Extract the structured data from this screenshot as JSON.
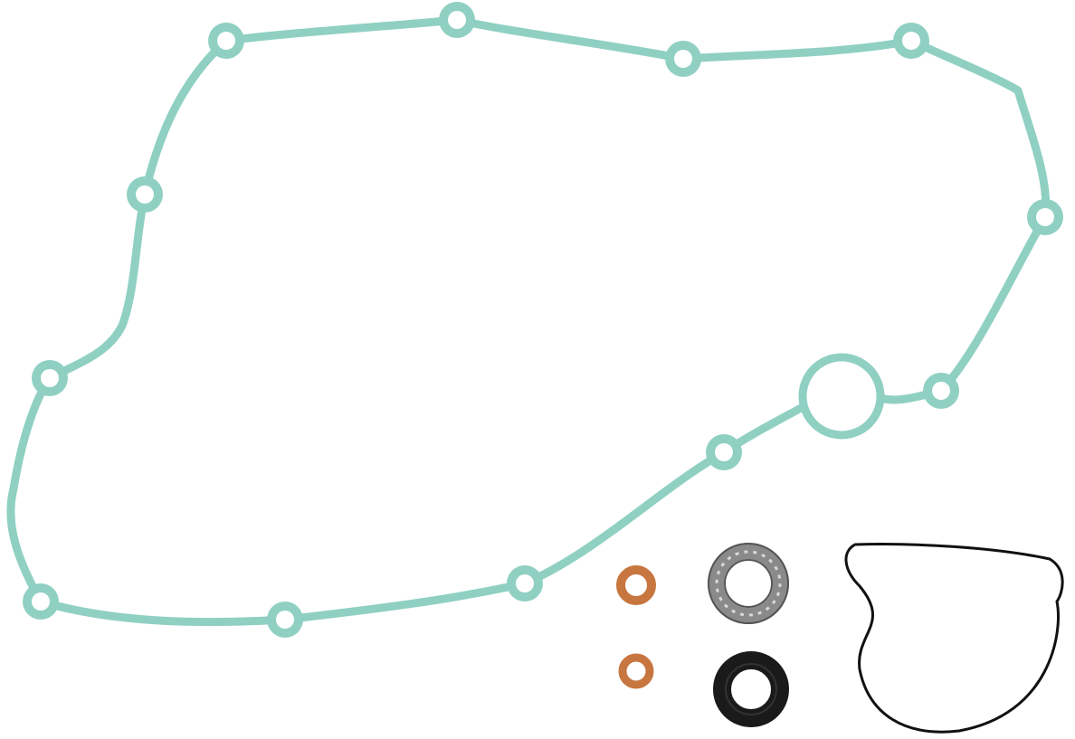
{
  "image": {
    "subject": "gasket-kit-product-photo",
    "background": "#ffffff",
    "colors": {
      "gasket": "#8fd0c2",
      "gasket_edge": "#6fb5a6",
      "copper": "#c8763f",
      "bearing": "#8a8a8a",
      "seal": "#1a1a1a",
      "o_ring": "#111111"
    },
    "parts": [
      "clutch-cover-gasket",
      "copper-washer",
      "copper-washer",
      "ball-bearing",
      "oil-seal",
      "o-ring"
    ]
  }
}
